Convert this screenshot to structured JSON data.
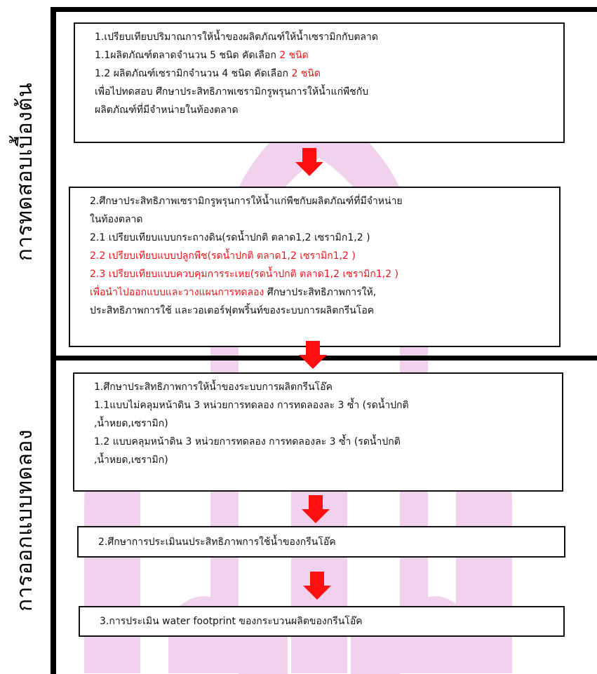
{
  "section_labels": {
    "preliminary": "การทดสอบเบื้องต้น",
    "experiment_design": "การออกแบบทดลอง"
  },
  "boxes": {
    "b1": {
      "line1": "1.เปรียบเทียบปริมาณการให้น้ำของผลิตภัณฑ์ให้น้ำเซรามิกกับตลาด",
      "line2": "1.1ผลิตภัณฑ์ตลาดจำนวน  5 ชนิด คัดเลือก",
      "line2_red": "2 ชนิด",
      "line3": "1.2 ผลิตภัณฑ์เซรามิกจำนวน  4 ชนิด คัดเลือก",
      "line3_red": "2 ชนิด",
      "line4": "เพื่อไปทดสอบ  ศึกษาประสิทธิภาพเซรามิกรูพรุนการให้น้ำแก่พืชกับ",
      "line5": "ผลิตภัณฑ์ที่มีจำหน่ายในท้องตลาด"
    },
    "b2": {
      "line1": "2.ศึกษาประสิทธิภาพเซรามิกรูพรุนการให้น้ำแก่พืชกับผลิตภัณฑ์ที่มีจำหน่าย",
      "line2": "ในท้องตลาด",
      "line3": "2.1 เปรียบเทียบแบบกระถางดิน(รดน้ำปกติ  ตลาด1,2 เซรามิก1,2 )",
      "line4": "2.2 เปรียบเทียบแบบปลูกพืช(รดน้ำปกติ  ตลาด1,2 เซรามิก1,2 )",
      "line5": "2.3 เปรียบเทียบแบบควบคุมการระเหย(รดน้ำปกติ  ตลาด1,2 เซรามิก1,2 )",
      "line6_red": "เพื่อนำไปออกแบบและวางแผนการทดลอง",
      "line6": "  ศึกษาประสิทธิภาพการให้,",
      "line7": "ประสิทธิภาพการใช้  และวอเตอร์ฟุตพริ้นท์ของระบบการผลิตกรีนโอค"
    },
    "b3": {
      "line1": "1.ศึกษาประสิทธิภาพการให้น้ำของระบบการผลิตกรีนโอ๊ค",
      "line2": "1.1แบบไม่คลุมหน้าดิน  3 หน่วยการทดลอง  การทดลองละ 3 ซ้ำ (รดน้ำปกติ",
      "line3": ",น้ำหยด,เซรามิก)",
      "line4": "1.2 แบบคลุมหน้าดิน  3 หน่วยการทดลอง  การทดลองละ 3 ซ้ำ (รดน้ำปกติ",
      "line5": ",น้ำหยด,เซรามิก)"
    },
    "b4": {
      "line1": "2.ศึกษาการประเมินนประสิทธิภาพการใช้น้ำของกรีนโอ๊ค"
    },
    "b5": {
      "line1": "3.การประเมิน  water footprint ของกระบวนผลิตของกรีนโอ๊ค"
    }
  },
  "colors": {
    "accent_red": "#e8161b",
    "arrow_red": "#ff0f0f",
    "watermark": "#efd0ee",
    "frame": "#000000"
  }
}
